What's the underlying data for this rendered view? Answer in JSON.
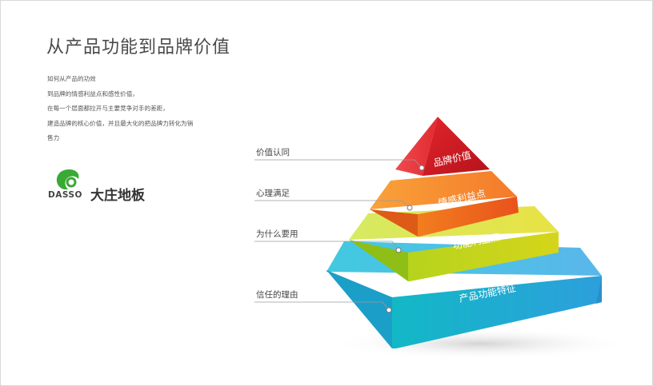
{
  "title": "从产品功能到品牌价值",
  "description": [
    "如何从产品的功效",
    "到品牌的情感利益点和感性价值，",
    "在每一个层面都拉开与主要竞争对手的差距，",
    "建造品牌的核心价值，并且最大化的把品牌力转化为销",
    "售力"
  ],
  "logo": {
    "latin": "DASSO",
    "chinese": "大庄地板",
    "color": "#3aa935"
  },
  "pyramid": {
    "levels": [
      {
        "label": "品牌价值",
        "callout": "价值认同",
        "color": "#d31b24"
      },
      {
        "label": "情感利益点",
        "callout": "心理满足",
        "color": "#ef6a1a"
      },
      {
        "label": "功能利益点",
        "callout": "为什么要用",
        "color": "#a6c918"
      },
      {
        "label": "产品功能特征",
        "callout": "信任的理由",
        "color": "#2a9fd6"
      }
    ]
  }
}
